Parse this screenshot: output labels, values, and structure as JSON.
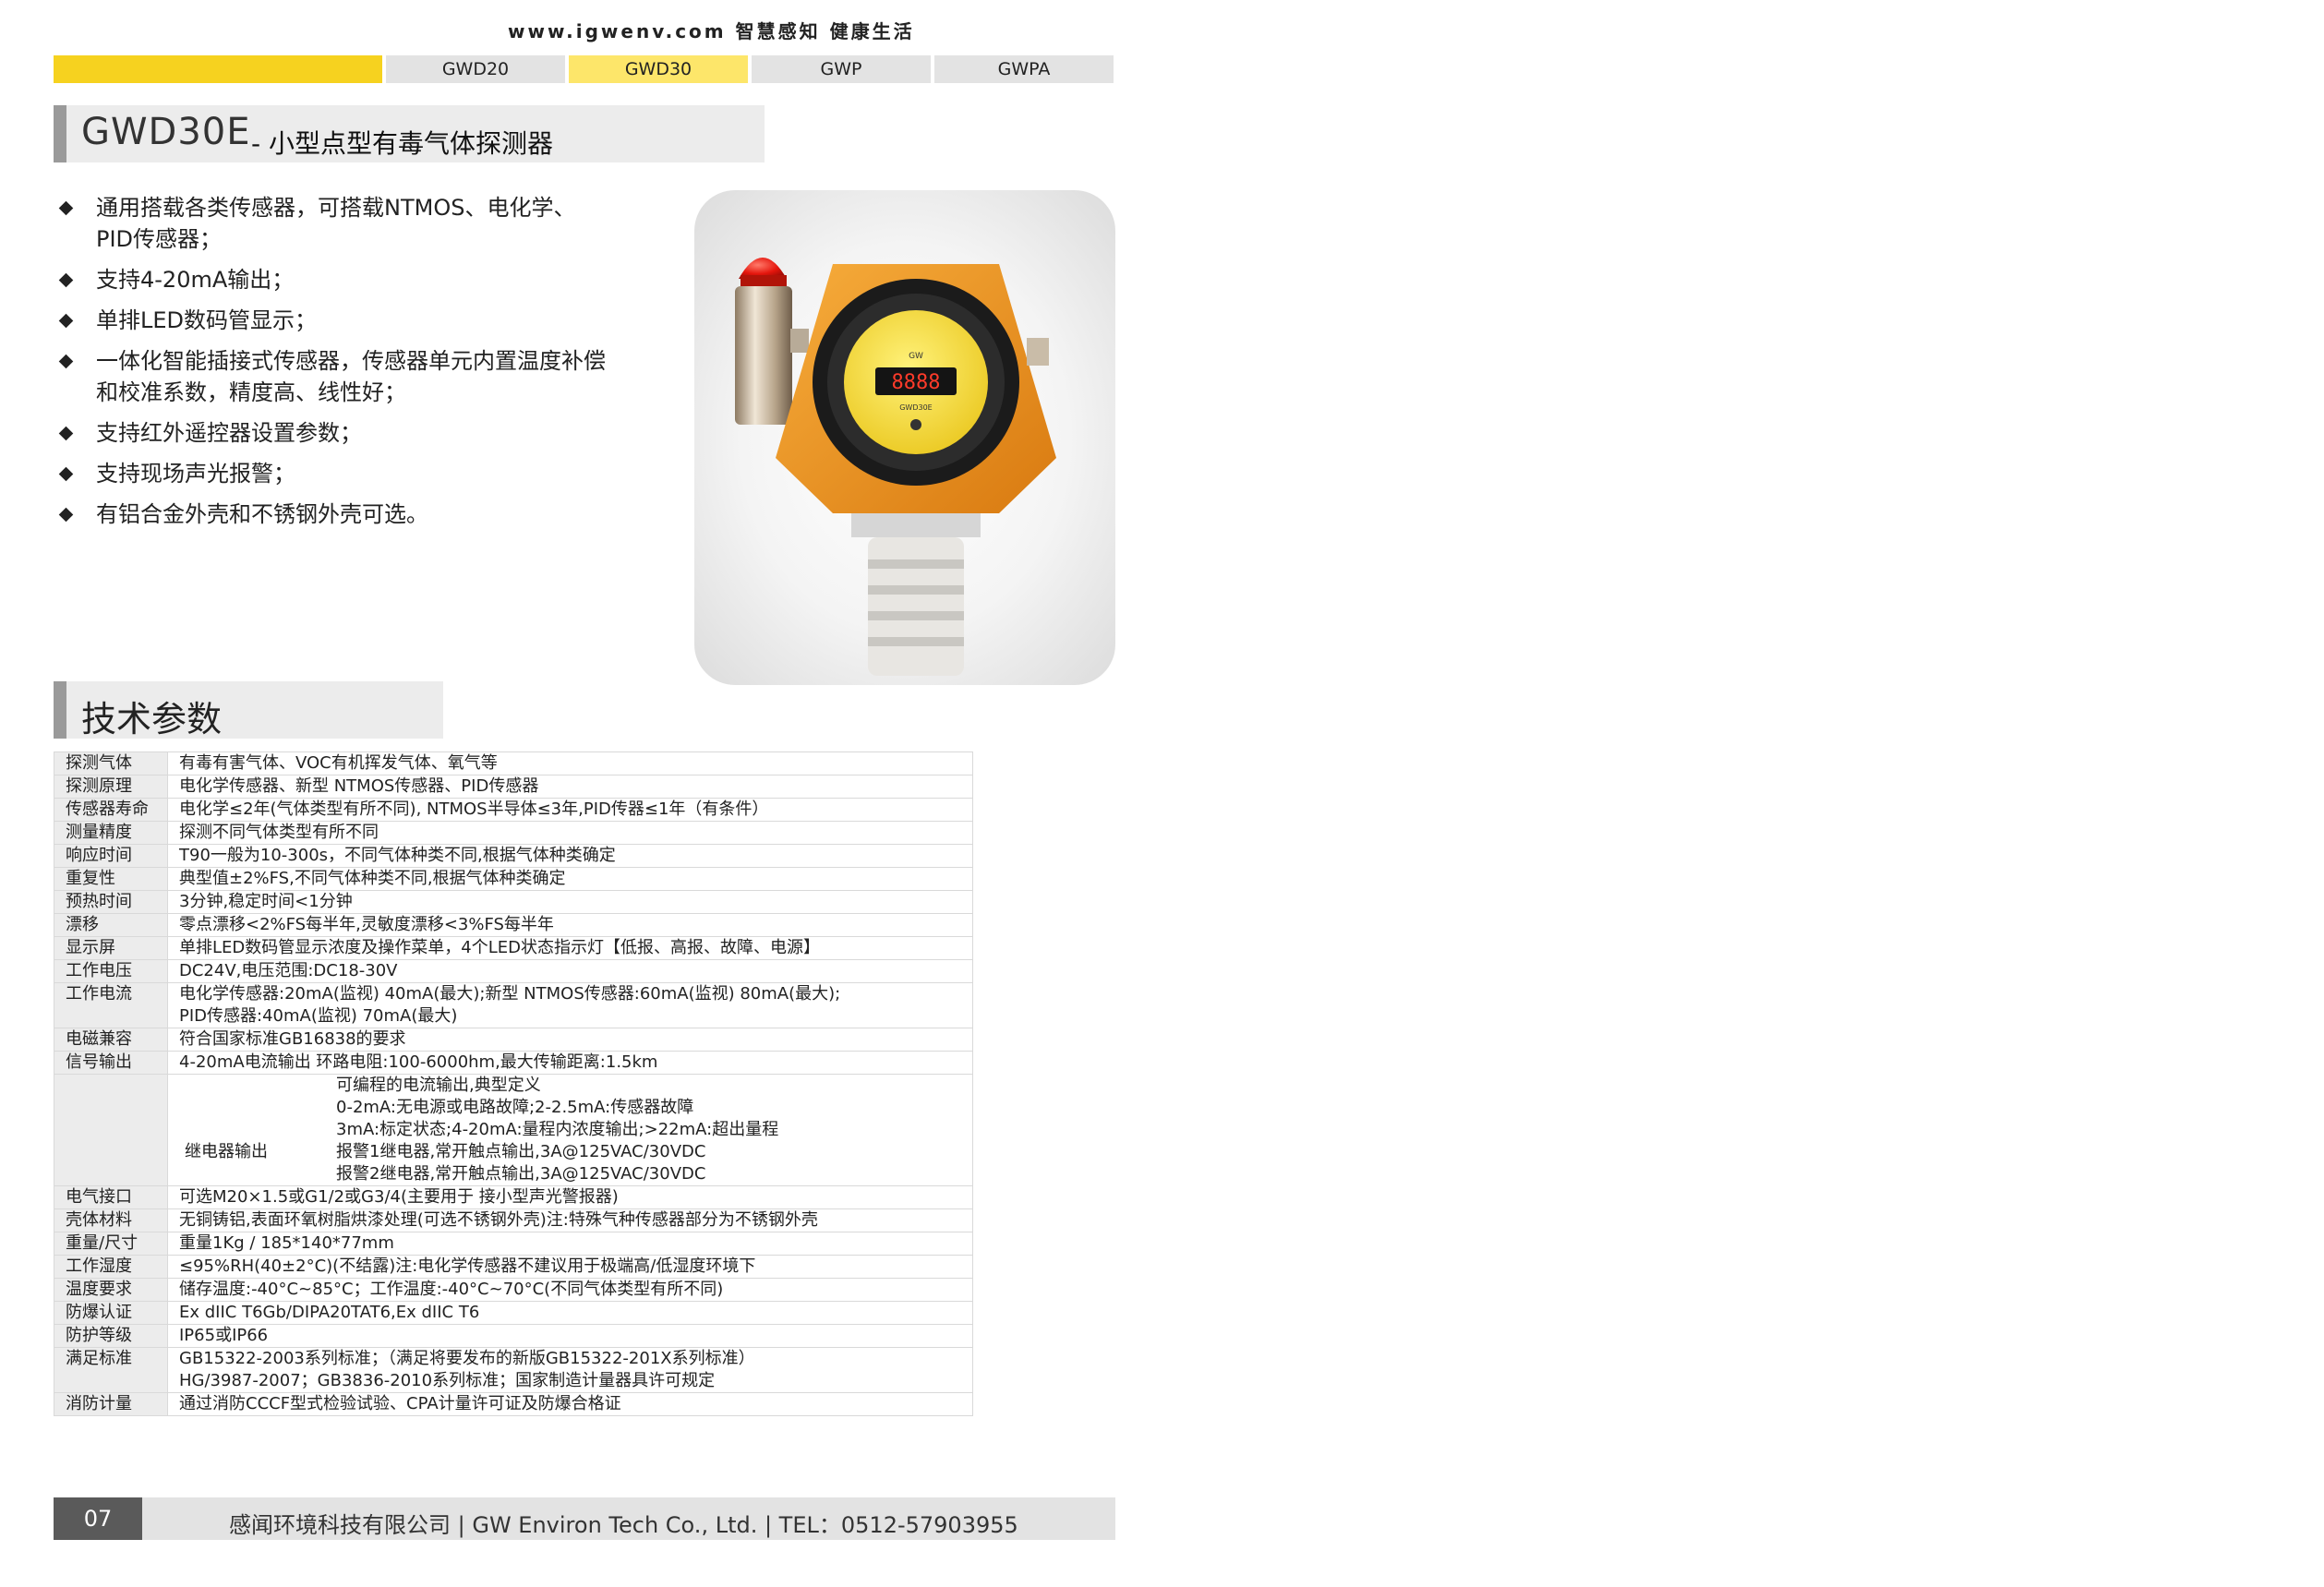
{
  "topline": "www.igwenv.com  智慧感知  健康生活",
  "nav": {
    "tabs": [
      "GWD20",
      "GWD30",
      "GWP",
      "GWPA"
    ],
    "active": "GWD30"
  },
  "product": {
    "code": "GWD30E",
    "subtitle": "- 小型点型有毒气体探测器"
  },
  "features": [
    {
      "line1": "通用搭载各类传感器，可搭载NTMOS、电化学、",
      "line2": "PID传感器；"
    },
    {
      "line1": "支持4-20mA输出；",
      "line2": ""
    },
    {
      "line1": "单排LED数码管显示；",
      "line2": ""
    },
    {
      "line1": "一体化智能插接式传感器，传感器单元内置温度补偿",
      "line2": "和校准系数，精度高、线性好；"
    },
    {
      "line1": "支持红外遥控器设置参数；",
      "line2": ""
    },
    {
      "line1": "支持现场声光报警；",
      "line2": ""
    },
    {
      "line1": "有铝合金外壳和不锈钢外壳可选。",
      "line2": ""
    }
  ],
  "device": {
    "display_digits": "8888",
    "panel_text": "GWD30E",
    "brand": "GW"
  },
  "spec": {
    "title": "技术参数",
    "rows": [
      {
        "k": "探测气体",
        "v": "有毒有害气体、VOC有机挥发气体、氧气等"
      },
      {
        "k": "探测原理",
        "v": "电化学传感器、新型 NTMOS传感器、PID传感器"
      },
      {
        "k": "传感器寿命",
        "v": "电化学≤2年(气体类型有所不同), NTMOS半导体≤3年,PID传器≤1年（有条件）"
      },
      {
        "k": "测量精度",
        "v": "探测不同气体类型有所不同"
      },
      {
        "k": "响应时间",
        "v": "T90一般为10-300s，不同气体种类不同,根据气体种类确定"
      },
      {
        "k": "重复性",
        "v": "典型值±2%FS,不同气体种类不同,根据气体种类确定"
      },
      {
        "k": "预热时间",
        "v": "3分钟,稳定时间<1分钟"
      },
      {
        "k": "漂移",
        "v": "零点漂移<2%FS每半年,灵敏度漂移<3%FS每半年"
      },
      {
        "k": "显示屏",
        "v": "单排LED数码管显示浓度及操作菜单，4个LED状态指示灯【低报、高报、故障、电源】"
      },
      {
        "k": "工作电压",
        "v": "DC24V,电压范围:DC18-30V"
      }
    ],
    "current": {
      "k": "工作电流",
      "v1": "电化学传感器:20mA(监视)   40mA(最大);新型 NTMOS传感器:60mA(监视)   80mA(最大);",
      "v2": "PID传感器:40mA(监视)   70mA(最大)"
    },
    "emc": {
      "k": "电磁兼容",
      "v": "符合国家标准GB16838的要求"
    },
    "signal": {
      "k": "信号输出",
      "v": "4-20mA电流输出   环路电阻:100-6000hm,最大传输距离:1.5km"
    },
    "relay": {
      "label": "继电器输出",
      "lines": [
        "可编程的电流输出,典型定义",
        "0-2mA:无电源或电路故障;2-2.5mA:传感器故障",
        "3mA:标定状态;4-20mA:量程内浓度输出;>22mA:超出量程",
        "报警1继电器,常开触点输出,3A@125VAC/30VDC",
        "报警2继电器,常开触点输出,3A@125VAC/30VDC"
      ]
    },
    "rows2": [
      {
        "k": "电气接口",
        "v": "可选M20×1.5或G1/2或G3/4(主要用于    接小型声光警报器)"
      },
      {
        "k": "壳体材料",
        "v": "无铜铸铝,表面环氧树脂烘漆处理(可选不锈钢外壳)注:特殊气种传感器部分为不锈钢外壳"
      },
      {
        "k": "重量/尺寸",
        "v": "重量1Kg / 185*140*77mm"
      },
      {
        "k": "工作湿度",
        "v": "≤95%RH(40±2°C)(不结露)注:电化学传感器不建议用于极端高/低湿度环境下"
      },
      {
        "k": "温度要求",
        "v": "储存温度:-40°C~85°C；工作温度:-40°C~70°C(不同气体类型有所不同)"
      },
      {
        "k": "防爆认证",
        "v": "Ex dIIC T6Gb/DIPA20TAT6,Ex dIIC T6"
      },
      {
        "k": "防护等级",
        "v": "IP65或IP66"
      }
    ],
    "standards": {
      "k": "满足标准",
      "v1": "GB15322-2003系列标准；（满足将要发布的新版GB15322-201X系列标准）",
      "v2": "HG/3987-2007；GB3836-2010系列标准；国家制造计量器具许可规定"
    },
    "fire": {
      "k": "消防计量",
      "v": "通过消防CCCF型式检验试验、CPA计量许可证及防爆合格证"
    }
  },
  "footer": {
    "page": "07",
    "company": "感闻环境科技有限公司    |    GW Environ Tech Co., Ltd.    |    TEL：0512-57903955"
  },
  "colors": {
    "accent_yellow": "#f6d21f",
    "active_tab": "#fde66a",
    "device_orange": "#f0961e",
    "panel_yellow": "#f5dd2a"
  }
}
